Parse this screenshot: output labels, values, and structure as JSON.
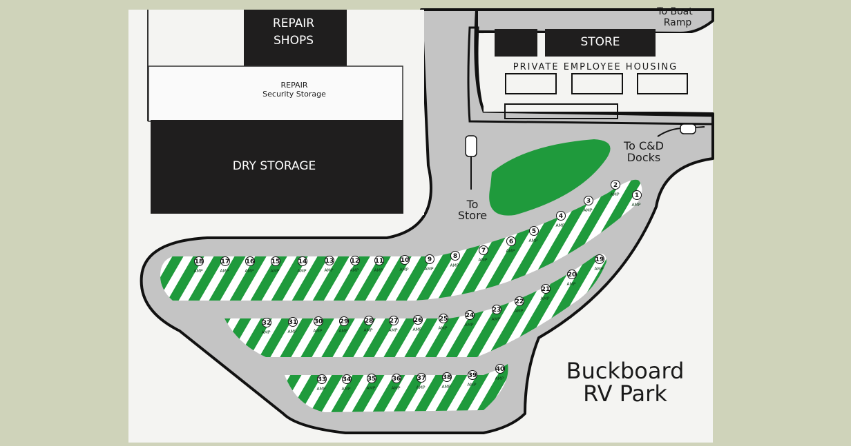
{
  "labels": {
    "repair_shops_1": "REPAIR",
    "repair_shops_2": "SHOPS",
    "repair_storage_1": "REPAIR",
    "repair_storage_2": "Security Storage",
    "dry_storage": "DRY STORAGE",
    "store": "STORE",
    "housing": "PRIVATE EMPLOYEE HOUSING",
    "to_boat_1": "To Boat",
    "to_boat_2": "Ramp",
    "to_cd_1": "To C&D",
    "to_cd_2": "Docks",
    "to_store_1": "To",
    "to_store_2": "Store",
    "park_1": "Buckboard",
    "park_2": "RV Park",
    "amp": "AMP"
  },
  "sites": {
    "row1": [
      "18",
      "17",
      "16",
      "15",
      "14",
      "13",
      "12",
      "11",
      "10",
      "9",
      "8",
      "7",
      "6",
      "5",
      "4",
      "3",
      "2",
      "1"
    ],
    "row2": [
      "32",
      "31",
      "30",
      "29",
      "28",
      "27",
      "26",
      "25",
      "24",
      "23",
      "22",
      "21",
      "20",
      "19"
    ],
    "row3": [
      "33",
      "34",
      "35",
      "36",
      "37",
      "38",
      "39",
      "40"
    ]
  },
  "colors": {
    "green": "#1f9a3c",
    "road": "#c4c4c4",
    "building": "#1f1e1e",
    "background": "#cfd3ba",
    "board": "#f4f4f2"
  }
}
